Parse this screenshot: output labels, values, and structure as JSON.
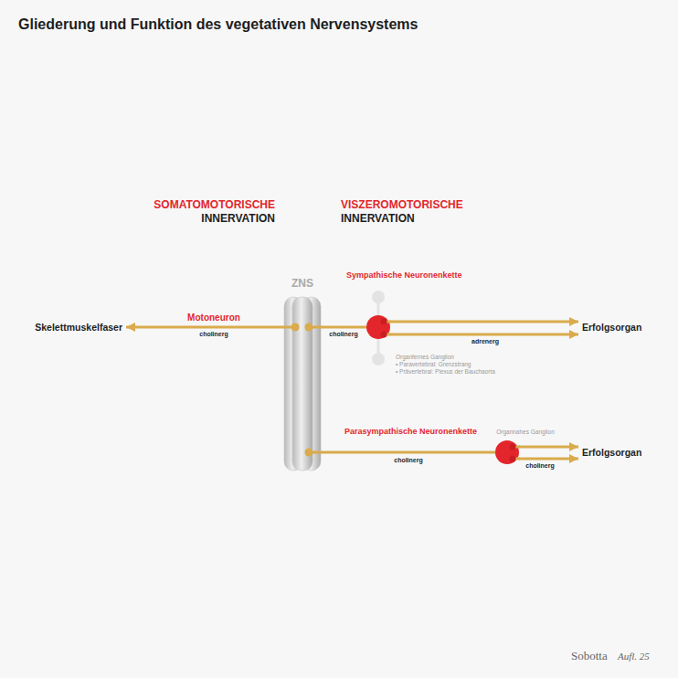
{
  "diagram": {
    "title": "Gliederung und Funktion des vegetativen Nervensystems",
    "nodes": [
      {
        "text": [
          "ZNS"
        ]
      },
      {
        "text": [
          "Skelettmuskelfaser"
        ]
      },
      {
        "text": [
          "Organfernes Ganglion",
          "• Paravertebral: Grenzstrang",
          "• Prävertebral: Plexus der Bauchaorta"
        ]
      },
      {
        "text": [
          "Erfolgsorgan"
        ]
      },
      {
        "text": [
          "Organnahes Ganglion"
        ]
      },
      {
        "text": [
          "Erfolgsorgan"
        ]
      }
    ],
    "edges": [
      {
        "from": 0,
        "to": 1,
        "arrow": "to",
        "label": "cholinerg"
      },
      {
        "from": 0,
        "to": 2,
        "arrow": "none",
        "label": "cholinerg"
      },
      {
        "from": 2,
        "to": 3,
        "arrow": "to"
      },
      {
        "from": 2,
        "to": 3,
        "arrow": "to",
        "label": "adrenerg"
      },
      {
        "from": 0,
        "to": 4,
        "arrow": "none",
        "label": "cholinerg"
      },
      {
        "from": 4,
        "to": 5,
        "arrow": "to"
      },
      {
        "from": 4,
        "to": 5,
        "arrow": "to",
        "label": "cholinerg"
      }
    ],
    "labels": [
      "SOMATOMOTORISCHE",
      "INNERVATION",
      "VISZEROMOTORISCHE",
      "INNERVATION",
      "Motoneuron",
      "Sympathische Neuronenkette",
      "Parasympathische Neuronenkette",
      "Sobotta",
      "Aufl. 25"
    ]
  }
}
